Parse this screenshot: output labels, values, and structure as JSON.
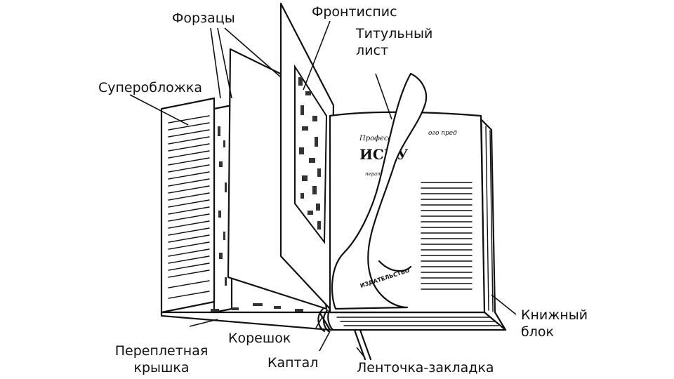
{
  "labels": {
    "forzatsy": "Форзацы",
    "frontispis": "Фронтиспис",
    "titulnyi_line1": "Титульный",
    "titulnyi_line2": "лист",
    "superoblozhka": "Суперобложка",
    "knizhnyi_line1": "Книжный",
    "knizhnyi_line2": "блок",
    "koreshok": "Корешок",
    "pereplet_line1": "Переплетная",
    "pereplet_line2": "крышка",
    "kaptal": "Каптал",
    "lentochka": "Ленточка-закладка"
  },
  "title_page_text": {
    "line1": "Професс",
    "line1b": "ого пред",
    "line2": "ИСКУ",
    "line3": "ператс",
    "curl_text": "ИЗДАТЕЛЬСТВО"
  }
}
